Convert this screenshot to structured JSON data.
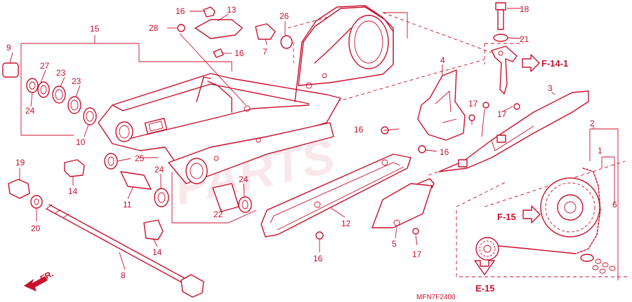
{
  "diagram": {
    "diagram_code": "MFN7F2400",
    "watermark": "PARTS",
    "direction_label": "FR.",
    "colors": {
      "line": "#c8102e",
      "background": "#ffffff"
    },
    "references": [
      "F-14-1",
      "F-15",
      "E-15"
    ],
    "callouts": [
      "1",
      "2",
      "3",
      "4",
      "5",
      "6",
      "7",
      "8",
      "9",
      "10",
      "11",
      "12",
      "13",
      "14",
      "14",
      "15",
      "16",
      "16",
      "16",
      "16",
      "16",
      "17",
      "17",
      "17",
      "18",
      "19",
      "20",
      "21",
      "22",
      "23",
      "23",
      "24",
      "24",
      "24",
      "25",
      "26",
      "27",
      "28"
    ]
  }
}
